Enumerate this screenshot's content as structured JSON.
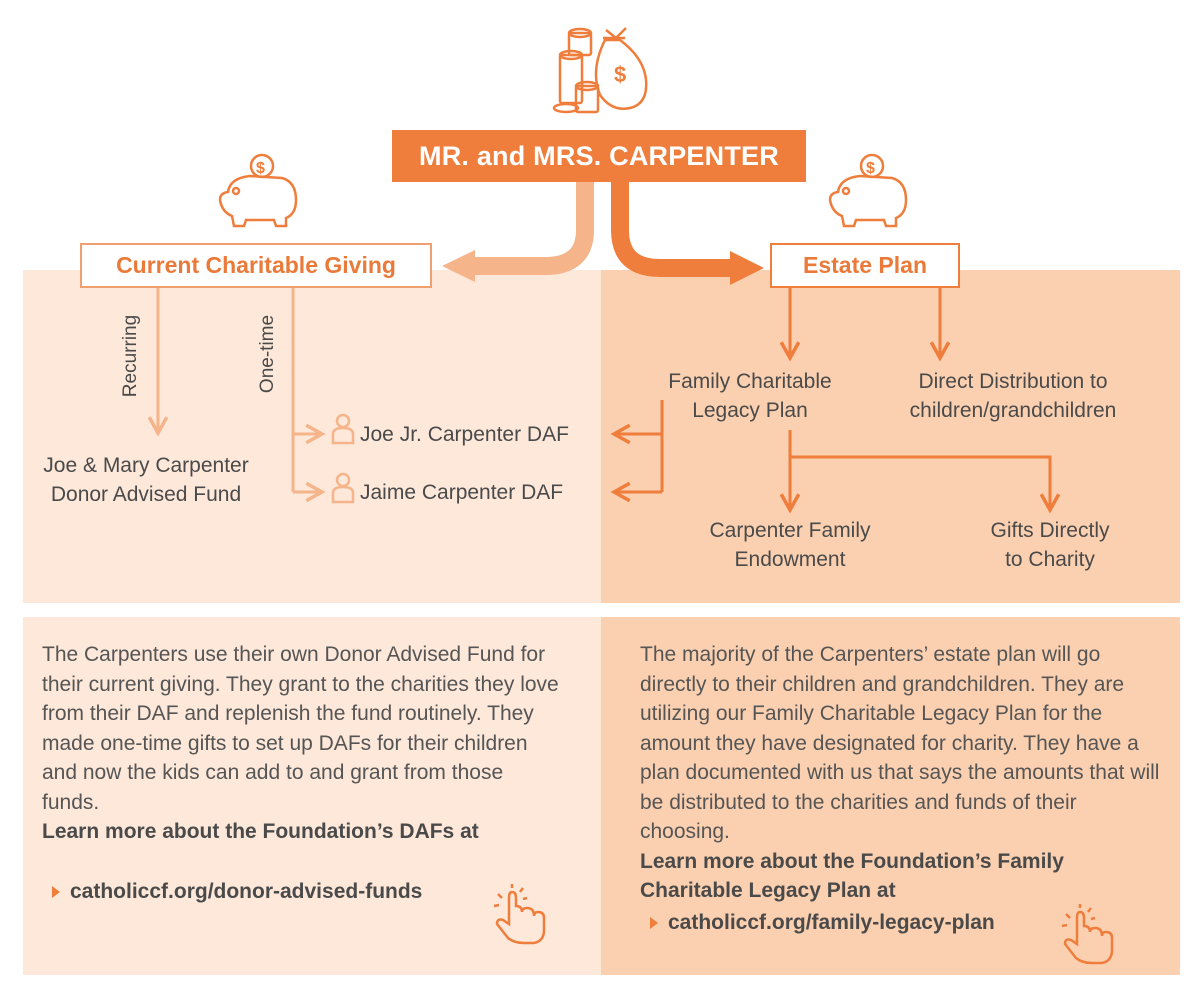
{
  "title": "MR. and MRS. CARPENTER",
  "left": {
    "heading": "Current Charitable Giving",
    "label_recurring": "Recurring",
    "label_one_time": "One-time",
    "fund_line1": "Joe & Mary Carpenter",
    "fund_line2": "Donor Advised Fund",
    "child_daf_1": "Joe Jr. Carpenter DAF",
    "child_daf_2": "Jaime Carpenter DAF",
    "paragraph": "The Carpenters use their own Donor Advised Fund for their current giving. They grant to the charities they love from their DAF and replenish the fund routinely. They made one-time gifts to set up DAFs for their children and now the kids can add to and grant from those funds.",
    "cta": "Learn more about the Foundation’s DAFs at",
    "link": "catholiccf.org/donor-advised-funds"
  },
  "right": {
    "heading": "Estate Plan",
    "legacy_line1": "Family Charitable",
    "legacy_line2": "Legacy Plan",
    "direct_line1": "Direct Distribution to",
    "direct_line2": "children/grandchildren",
    "endow_line1": "Carpenter Family",
    "endow_line2": "Endowment",
    "gifts_line1": "Gifts Directly",
    "gifts_line2": "to Charity",
    "paragraph": "The majority of the Carpenters’ estate plan will go directly to their children and grandchildren. They are utilizing our Family Charitable Legacy Plan for the amount they have designated for charity. They have a plan documented with us that says the amounts that will be distributed to the charities and funds of their choosing.",
    "cta": "Learn more about the Foundation’s Family Charitable Legacy Plan at",
    "link": "catholiccf.org/family-legacy-plan"
  },
  "colors": {
    "accent": "#ef7d3b",
    "light_accent": "#f5b48a",
    "left_bg": "#fde8da",
    "right_bg": "#fbd0b0"
  },
  "icons": [
    "money-bag-icon",
    "piggy-bank-icon",
    "person-icon",
    "pointing-hand-icon",
    "caret-right-icon"
  ]
}
